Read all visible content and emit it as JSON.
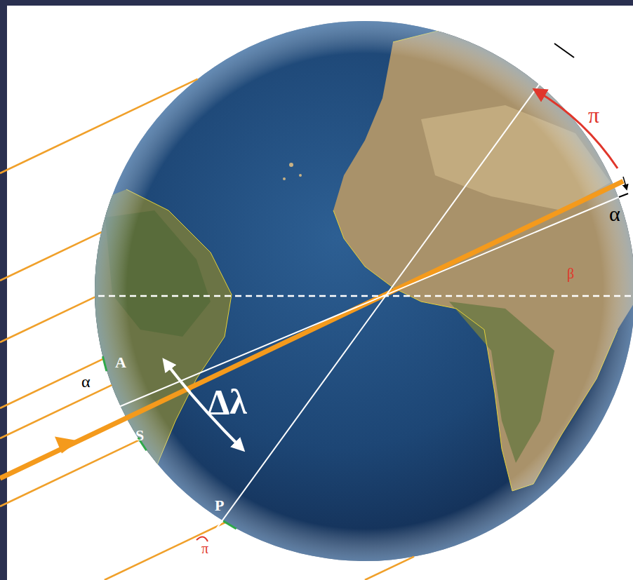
{
  "diagram": {
    "labels": [
      "π",
      "α",
      "β",
      "A",
      "α",
      "Δλ",
      "S",
      "P",
      "π"
    ]
  }
}
